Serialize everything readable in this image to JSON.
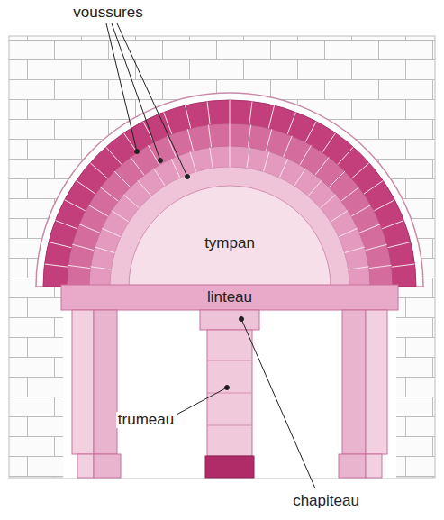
{
  "diagram": {
    "labels": [
      "voussures",
      "tympan",
      "linteau",
      "trumeau",
      "chapiteau"
    ]
  }
}
